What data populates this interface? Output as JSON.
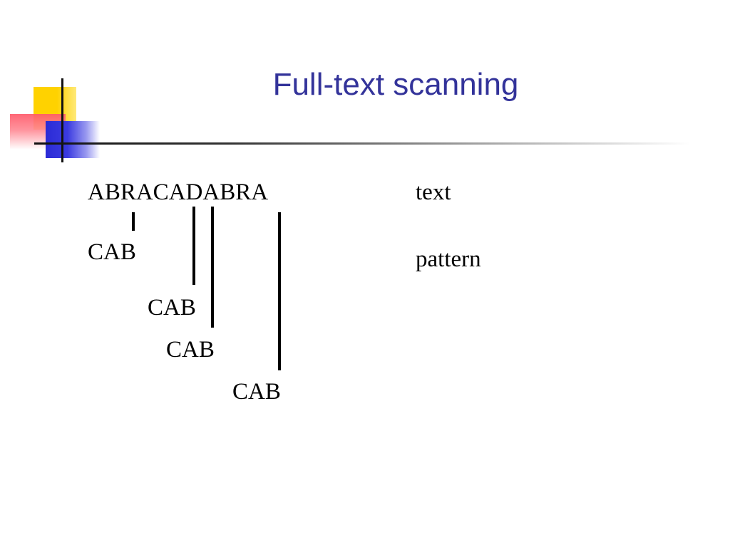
{
  "slide": {
    "title": "Full-text scanning"
  },
  "diagram": {
    "text_string": "ABRACADABRA",
    "text_label": "text",
    "pattern_label": "pattern",
    "pattern_attempts": [
      "CAB",
      "CAB",
      "CAB",
      "CAB"
    ]
  }
}
